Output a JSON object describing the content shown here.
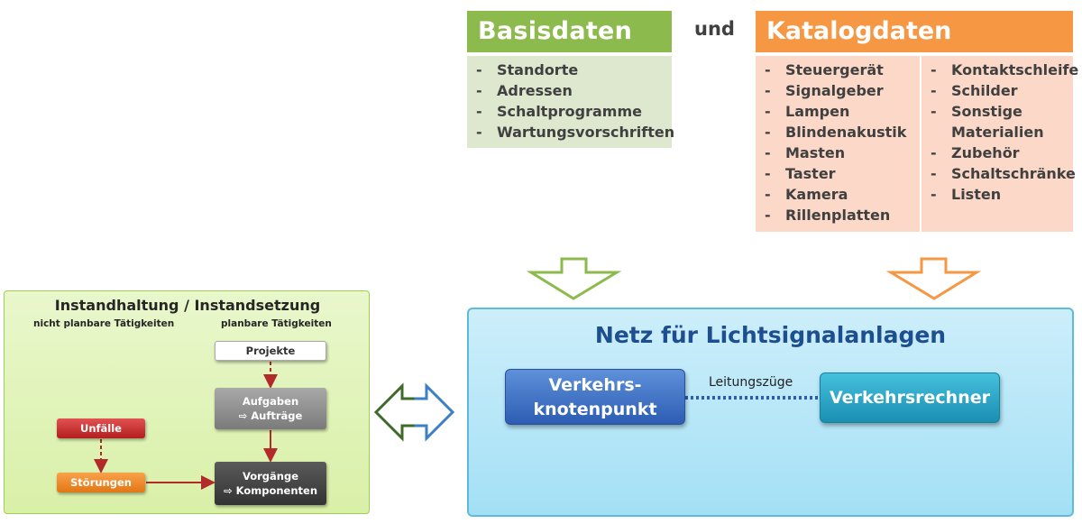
{
  "basisdaten": {
    "title": "Basisdaten",
    "items": [
      "Standorte",
      "Adressen",
      "Schaltprogramme",
      "Wartungsvorschriften"
    ]
  },
  "connector_und": "und",
  "katalogdaten": {
    "title": "Katalogdaten",
    "col1": [
      "Steuergerät",
      "Signalgeber",
      "Lampen",
      "Blindenakustik",
      "Masten",
      "Taster",
      "Kamera",
      "Rillenplatten"
    ],
    "col2": [
      "Kontaktschleife",
      "Schilder",
      "Sonstige",
      "Materialien",
      "Zubehör",
      "Schaltschränke",
      "Listen"
    ]
  },
  "instandhaltung": {
    "title": "Instandhaltung / Instandsetzung",
    "left_label": "nicht planbare Tätigkeiten",
    "right_label": "planbare Tätigkeiten",
    "projekte": "Projekte",
    "aufgaben_line1": "Aufgaben",
    "aufgaben_line2": "⇨ Aufträge",
    "vorgaenge_line1": "Vorgänge",
    "vorgaenge_line2": "⇨ Komponenten",
    "unfaelle": "Unfälle",
    "stoerungen": "Störungen"
  },
  "netz": {
    "title": "Netz für Lichtsignalanlagen",
    "node_left_line1": "Verkehrs-",
    "node_left_line2": "knotenpunkt",
    "node_right": "Verkehrsrechner",
    "link_label": "Leitungszüge"
  },
  "colors": {
    "basis": "#8dba4c",
    "katalog": "#f59743",
    "netz_title": "#1d4e8f",
    "flow_arrow": "#b32a2a"
  }
}
